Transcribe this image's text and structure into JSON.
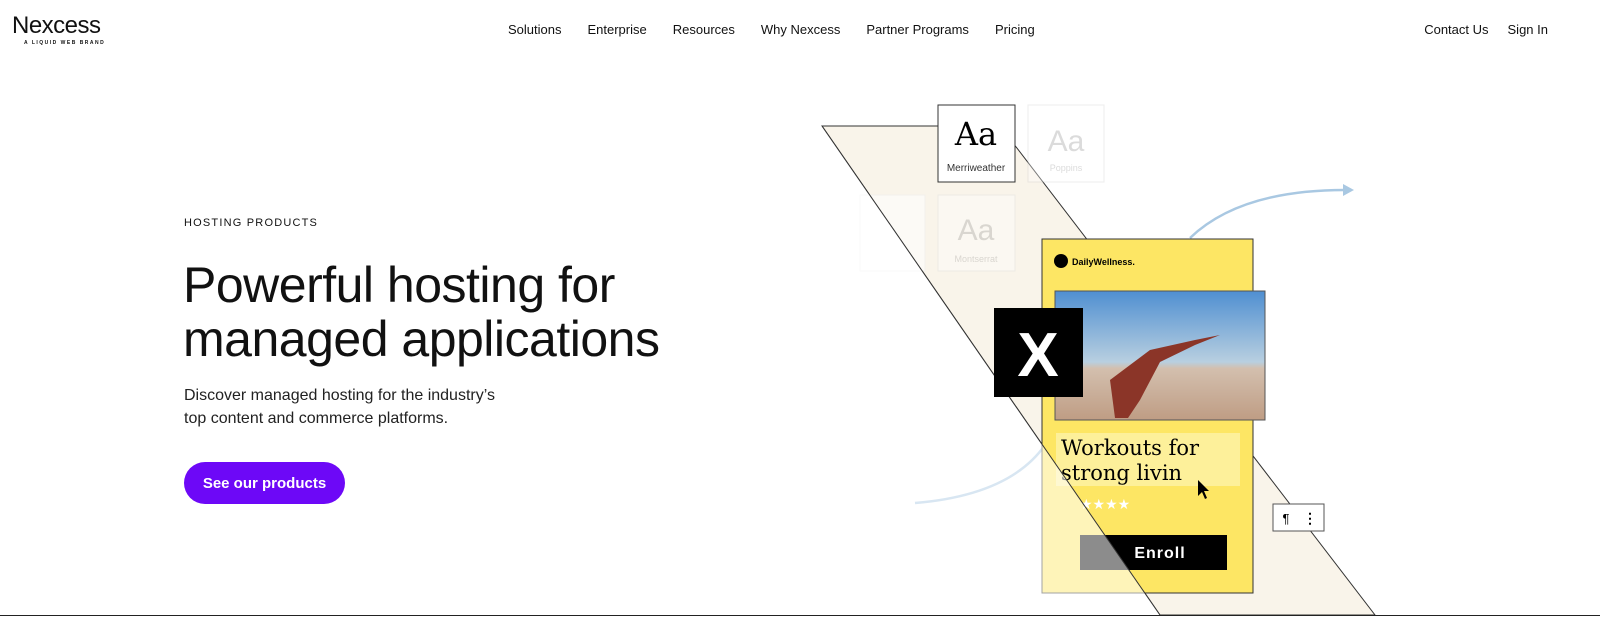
{
  "header": {
    "logo": "Nexcess",
    "logo_sub": "A LIQUID WEB BRAND",
    "nav": [
      "Solutions",
      "Enterprise",
      "Resources",
      "Why Nexcess",
      "Partner Programs",
      "Pricing"
    ],
    "contact": "Contact Us",
    "sign_in": "Sign In"
  },
  "hero": {
    "eyebrow": "HOSTING PRODUCTS",
    "title_line1": "Powerful hosting for",
    "title_line2": "managed applications",
    "desc_line1": "Discover managed hosting for the industry’s",
    "desc_line2": "top content and commerce platforms.",
    "cta": "See our products"
  },
  "illustration": {
    "font_tiles": [
      {
        "sample": "Aa",
        "name": "Merriweather"
      },
      {
        "sample": "Aa",
        "name": "Poppins"
      },
      {
        "sample": "Aa",
        "name": "Montserrat"
      }
    ],
    "brand": "DailyWellness.",
    "headline1": "Workouts for",
    "headline2": "strong livin",
    "stars": "★★★★",
    "enroll": "Enroll",
    "x_logo": "X",
    "pilcrow": "¶",
    "more": "⋮"
  },
  "colors": {
    "accent": "#6d08f7",
    "card": "#fde664",
    "band": "#f9f4ea",
    "arrow": "#a9c8e2"
  }
}
